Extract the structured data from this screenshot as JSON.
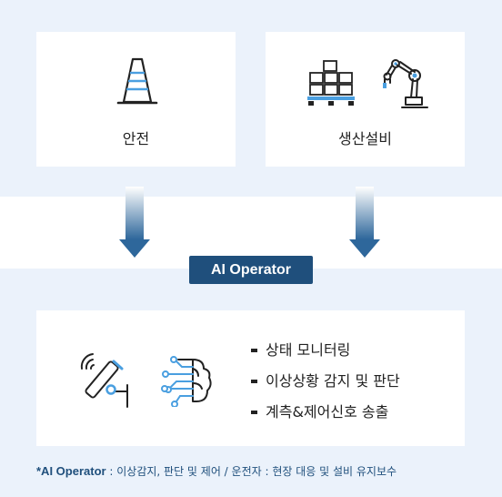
{
  "top_cards": [
    {
      "label": "안전",
      "icon": "traffic-cone-icon"
    },
    {
      "label": "생산설비",
      "icons": [
        "pallet-boxes-icon",
        "robot-arm-icon"
      ]
    }
  ],
  "badge": {
    "label": "AI Operator"
  },
  "ai_card": {
    "icons": [
      "cctv-camera-icon",
      "ai-brain-icon"
    ],
    "features": [
      "상태 모니터링",
      "이상상황 감지 및 판단",
      "계측&제어신호 송출"
    ]
  },
  "footnote": {
    "term": "*AI Operator",
    "text": " : 이상감지, 판단 및 제어 / 운전자 : 현장 대응 및 설비 유지보수"
  },
  "colors": {
    "panel_bg": "#ebf2fb",
    "navy": "#1f4f7c",
    "accent_blue": "#4a9fe0"
  }
}
